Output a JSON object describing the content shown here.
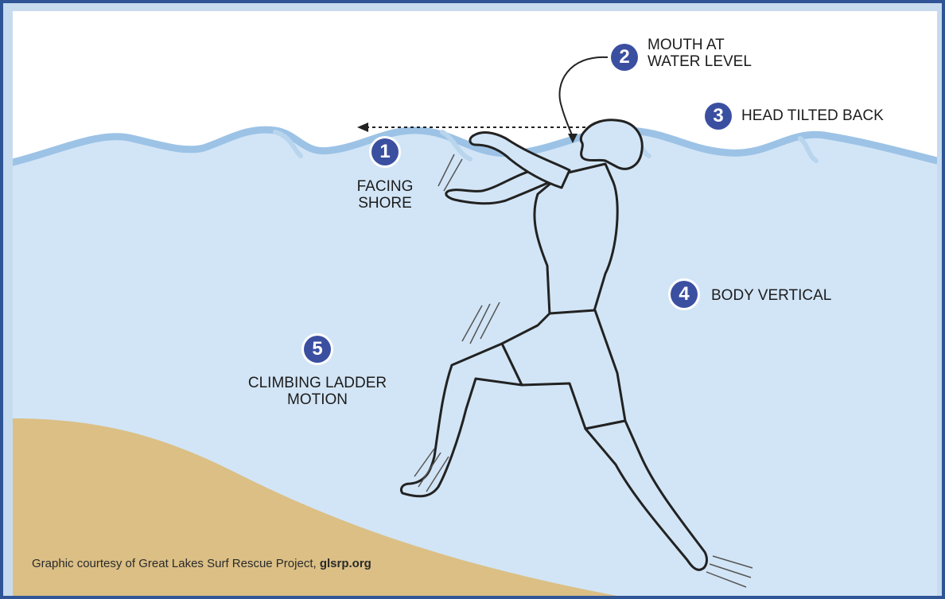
{
  "labels": {
    "step1": {
      "number": "1",
      "line1": "FACING",
      "line2": "SHORE"
    },
    "step2": {
      "number": "2",
      "line1": "MOUTH AT",
      "line2": "WATER LEVEL"
    },
    "step3": {
      "number": "3",
      "text": "HEAD TILTED BACK"
    },
    "step4": {
      "number": "4",
      "text": "BODY VERTICAL"
    },
    "step5": {
      "number": "5",
      "line1": "CLIMBING LADDER",
      "line2": "MOTION"
    }
  },
  "credit": {
    "text": "Graphic courtesy of Great Lakes Surf Rescue Project, ",
    "link": "glsrp.org"
  },
  "colors": {
    "frame": "#2f5597",
    "water": "#d2e5f6",
    "sand": "#dbbf85",
    "badge": "#3b4fa1"
  }
}
